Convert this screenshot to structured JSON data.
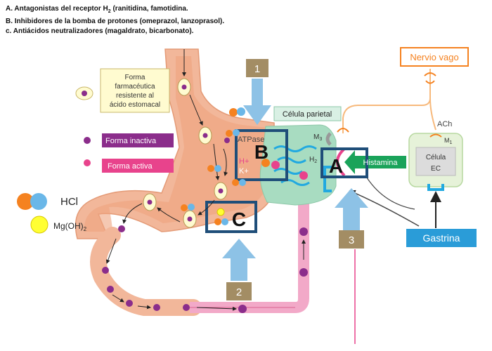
{
  "legend": {
    "a": "A.  Antagonistas del receptor H",
    "a_sub": "2",
    "a_tail": " (ranitidina, famotidina.",
    "b": "B.  Inhibidores de la bomba de protones (omeprazol, lanzoprasol).",
    "c": "c.  Antiácidos neutralizadores (magaldrato, bicarbonato)."
  },
  "labels": {
    "nervio_vago": "Nervio vago",
    "ach": "ACh",
    "m1": "M",
    "m1_sub": "1",
    "celula_ec_1": "Célula",
    "celula_ec_2": "EC",
    "celula_parietal": "Célula parietal",
    "atpase": "ATPase",
    "h_plus": "H+",
    "k_plus": "K+",
    "m3": "M",
    "m3_sub": "3",
    "h2": "H",
    "h2_sub": "2",
    "histamina": "Histamina",
    "gastrina": "Gastrina",
    "forma_1": "Forma",
    "forma_2": "farmacéutica",
    "forma_3": "resistente al",
    "forma_4": "ácido estomacal",
    "forma_inactiva": "Forma inactiva",
    "forma_activa": "Forma activa",
    "hcl": "HCl",
    "mgoh": "Mg(OH)",
    "mgoh_sub": "2",
    "box_a": "A",
    "box_b": "B",
    "box_c": "C",
    "num_1": "1",
    "num_2": "2",
    "num_3": "3"
  },
  "colors": {
    "stomach": "#f2b79a",
    "stomach_dark": "#e99a78",
    "pink_tube": "#f2a9c8",
    "parietal": "#a8dcc1",
    "box_blue": "#1f4e79",
    "arrow_blue": "#8dc2e6",
    "tan_box": "#a38d64",
    "green_arrow": "#1aa35a",
    "orange_box": "#f58220",
    "gastrina_box": "#2a9cd8",
    "inactive_purple": "#8b2d8b",
    "active_pink": "#e8438c",
    "ec_green": "#e6f2d9"
  }
}
